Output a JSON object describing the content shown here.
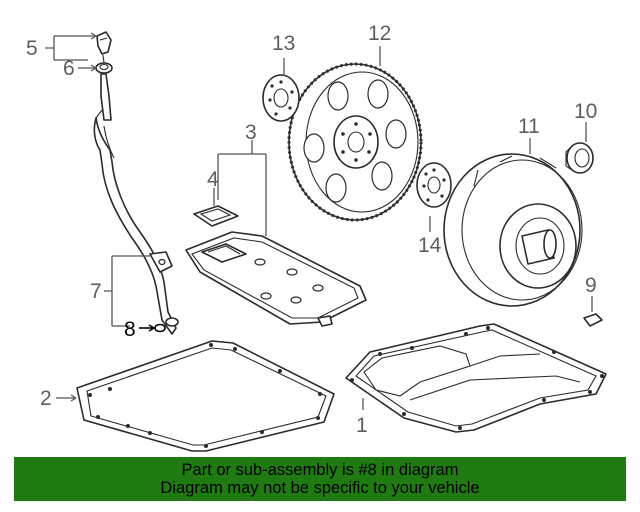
{
  "diagram": {
    "callouts": [
      {
        "id": "1",
        "label": "1"
      },
      {
        "id": "2",
        "label": "2"
      },
      {
        "id": "3",
        "label": "3"
      },
      {
        "id": "4",
        "label": "4"
      },
      {
        "id": "5",
        "label": "5"
      },
      {
        "id": "6",
        "label": "6"
      },
      {
        "id": "7",
        "label": "7"
      },
      {
        "id": "8",
        "label": "8",
        "highlighted": true
      },
      {
        "id": "9",
        "label": "9"
      },
      {
        "id": "10",
        "label": "10"
      },
      {
        "id": "11",
        "label": "11"
      },
      {
        "id": "12",
        "label": "12"
      },
      {
        "id": "13",
        "label": "13"
      },
      {
        "id": "14",
        "label": "14"
      }
    ]
  },
  "banner": {
    "line1": "Part or sub-assembly is #8 in diagram",
    "line2": "Diagram may not be specific to your vehicle",
    "background_color": "#1f7a12"
  }
}
